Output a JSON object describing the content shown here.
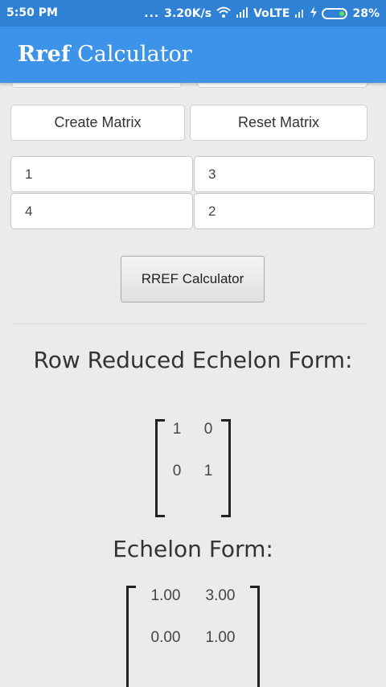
{
  "status": {
    "time": "5:50 PM",
    "dots": "...",
    "speed": "3.20K/s",
    "volte": "VoLTE",
    "battery": "28%"
  },
  "app": {
    "title_bold": "Rref",
    "title_rest": "Calculator"
  },
  "buttons": {
    "create": "Create Matrix",
    "reset": "Reset Matrix",
    "calculate": "RREF Calculator"
  },
  "matrix_input": {
    "r1c1": "1",
    "r1c2": "3",
    "r2c1": "4",
    "r2c2": "2"
  },
  "results": {
    "rref_heading": "Row Reduced Echelon Form:",
    "rref": {
      "r1c1": "1",
      "r1c2": "0",
      "r2c1": "0",
      "r2c2": "1"
    },
    "ef_heading": "Echelon Form:",
    "ef": {
      "r1c1": "1.00",
      "r1c2": "3.00",
      "r2c1": "0.00",
      "r2c2": "1.00"
    }
  }
}
